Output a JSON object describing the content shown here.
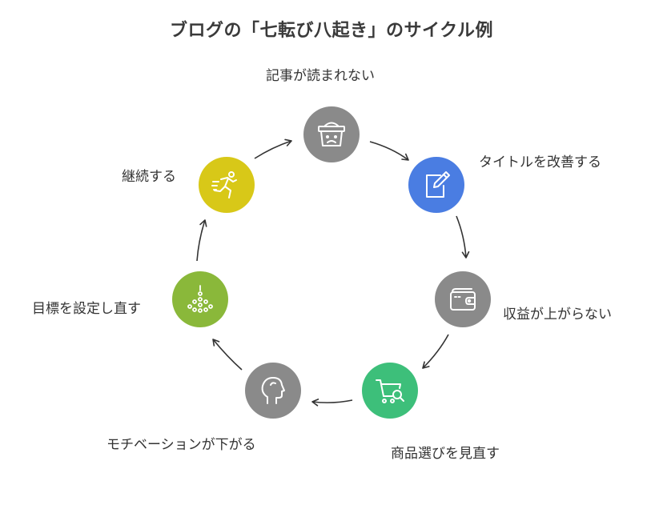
{
  "title": "ブログの「七転び八起き」のサイクル例",
  "steps": [
    {
      "label": "記事が読まれない",
      "color": "#8a8a8a",
      "icon": "frown-basket-icon"
    },
    {
      "label": "タイトルを改善する",
      "color": "#4a7de2",
      "icon": "edit-document-icon"
    },
    {
      "label": "収益が上がらない",
      "color": "#8a8a8a",
      "icon": "wallet-icon"
    },
    {
      "label": "商品選びを見直す",
      "color": "#3dbf7a",
      "icon": "cart-search-icon"
    },
    {
      "label": "モチベーションが下がる",
      "color": "#8a8a8a",
      "icon": "head-profile-icon"
    },
    {
      "label": "目標を設定し直す",
      "color": "#8ab83a",
      "icon": "target-dots-icon"
    },
    {
      "label": "継続する",
      "color": "#d8c818",
      "icon": "runner-icon"
    }
  ]
}
